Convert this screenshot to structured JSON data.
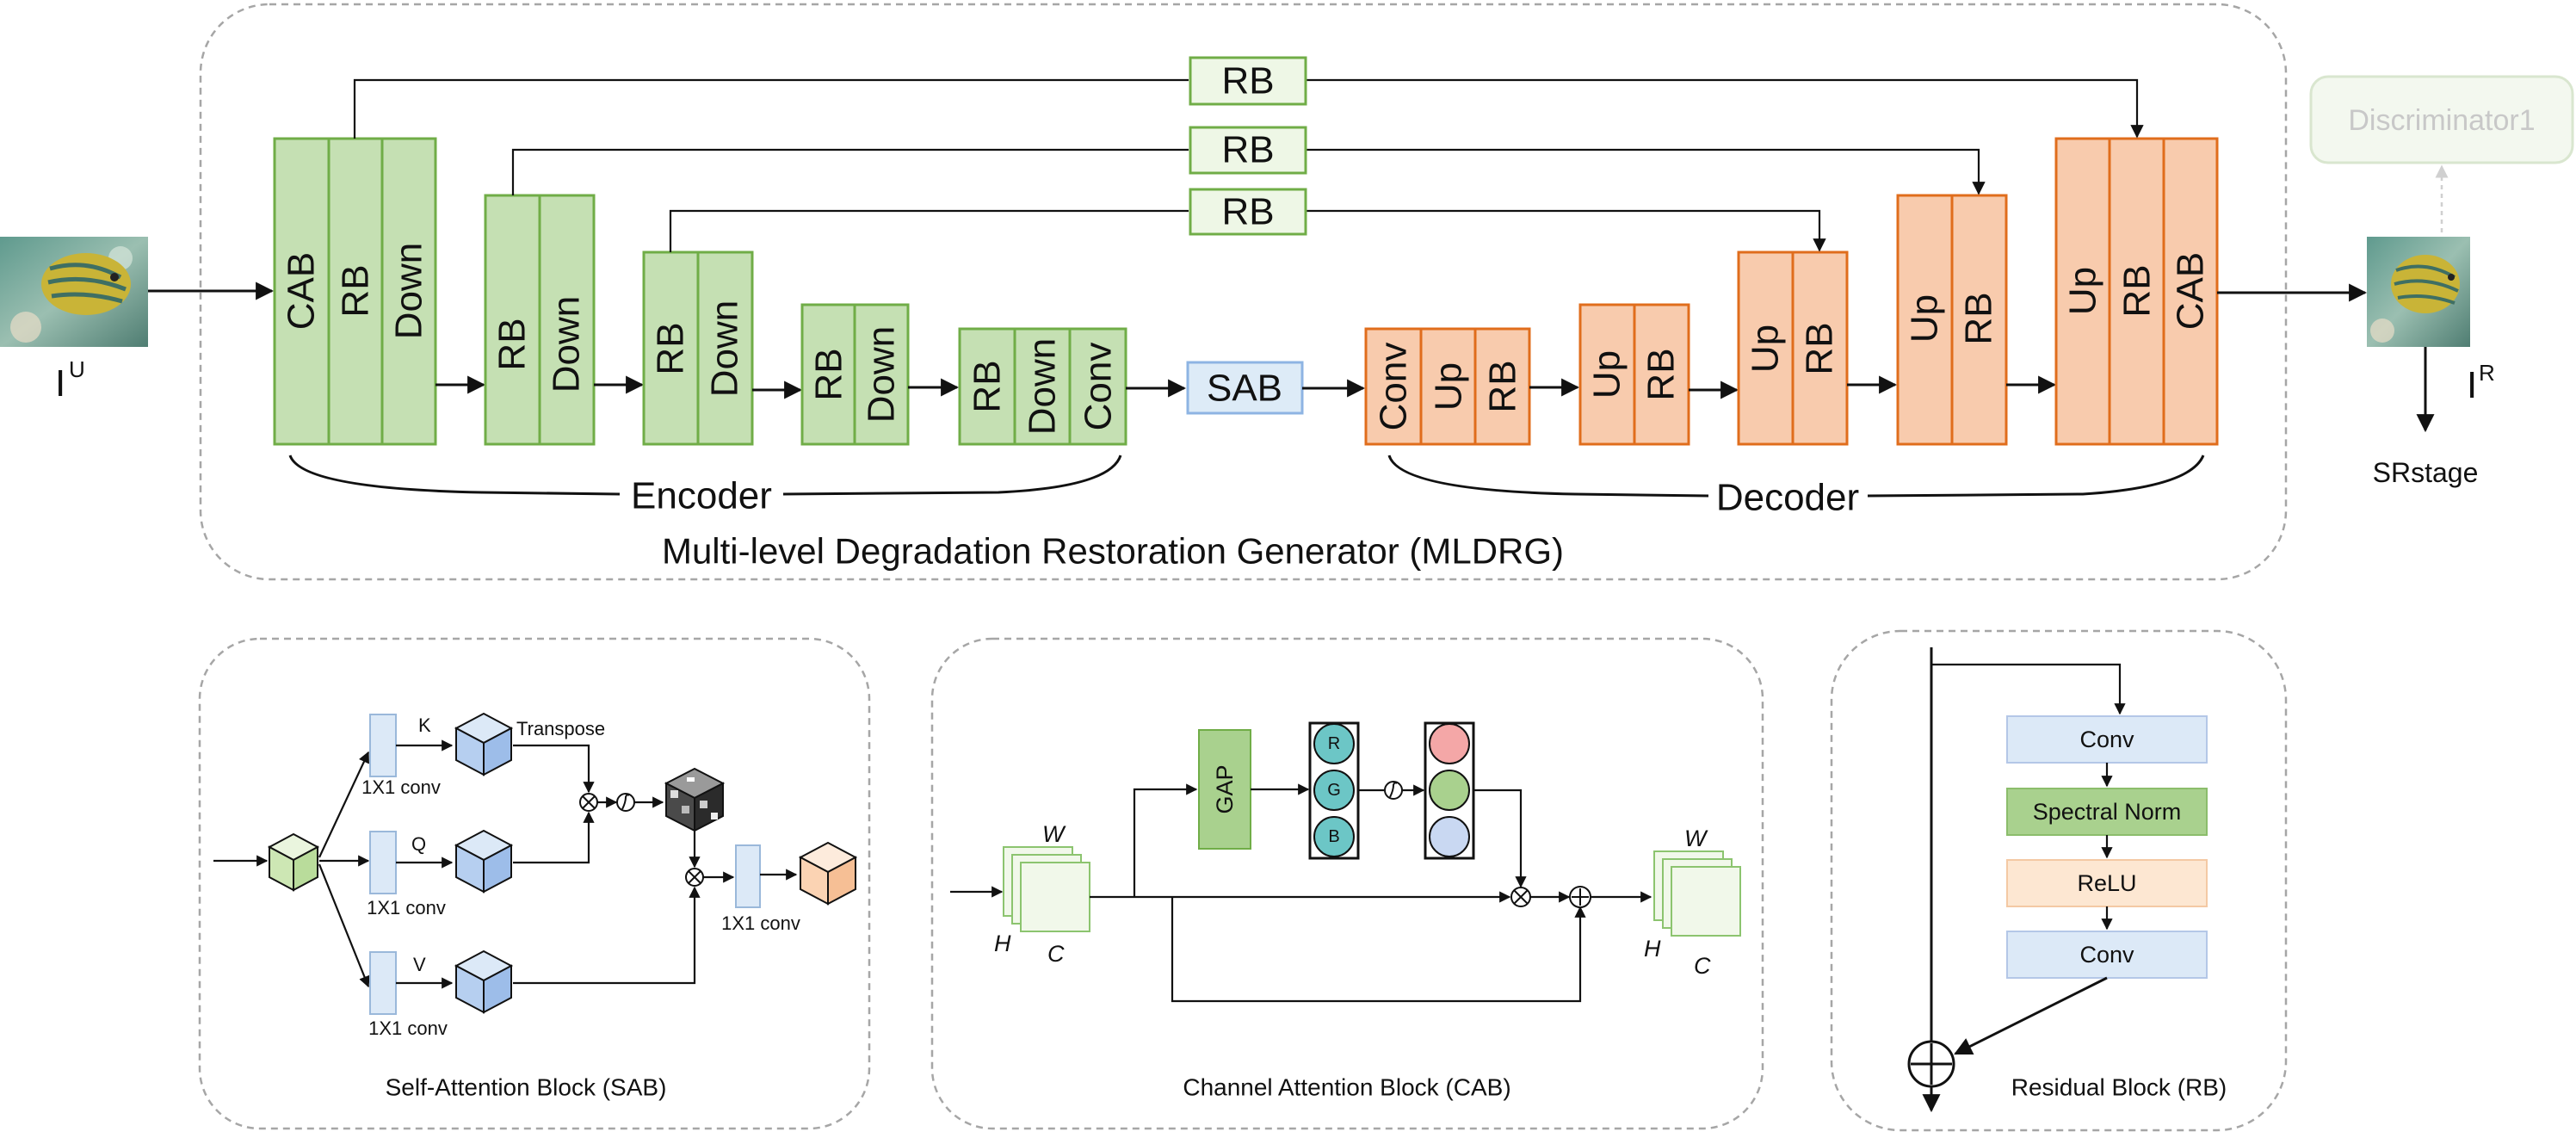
{
  "generator": {
    "title": "Multi-level Degradation Restoration Generator (MLDRG)",
    "encoder_label": "Encoder",
    "decoder_label": "Decoder",
    "input_label": "I",
    "input_sup": "U",
    "output_label": "I",
    "output_sup": "R",
    "stage_label": "SRstage",
    "discriminator_label": "Discriminator1",
    "enc1": [
      "CAB",
      "RB",
      "Down"
    ],
    "enc2": [
      "RB",
      "Down"
    ],
    "enc3": [
      "RB",
      "Down"
    ],
    "enc4": [
      "RB",
      "Down"
    ],
    "enc5": [
      "RB",
      "Down",
      "Conv"
    ],
    "bottleneck": "SAB",
    "dec1": [
      "Conv",
      "Up",
      "RB"
    ],
    "dec2": [
      "Up",
      "RB"
    ],
    "dec3": [
      "Up",
      "RB"
    ],
    "dec4": [
      "Up",
      "RB"
    ],
    "dec5": [
      "Up",
      "RB",
      "CAB"
    ],
    "skips": [
      "RB",
      "RB",
      "RB"
    ]
  },
  "sab": {
    "title": "Self-Attention Block (SAB)",
    "k": "K",
    "q": "Q",
    "v": "V",
    "transpose": "Transpose",
    "conv1": "1X1 conv",
    "conv2": "1X1 conv",
    "conv3": "1X1 conv",
    "conv4": "1X1 conv"
  },
  "cab": {
    "title": "Channel Attention Block (CAB)",
    "gap": "GAP",
    "r": "R",
    "g": "G",
    "b": "B",
    "w_in": "W",
    "h_in": "H",
    "c_in": "C",
    "w_out": "W",
    "h_out": "H",
    "c_out": "C"
  },
  "rb": {
    "title": "Residual Block (RB)",
    "conv1": "Conv",
    "norm": "Spectral Norm",
    "relu": "ReLU",
    "conv2": "Conv"
  }
}
